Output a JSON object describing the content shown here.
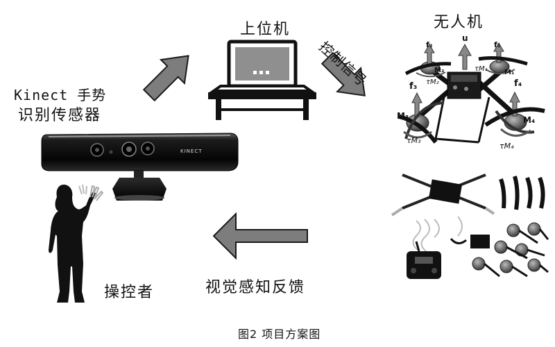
{
  "diagram": {
    "caption": "图2 项目方案图",
    "sensor_label_line1": "Kinect 手势",
    "sensor_label_line2": "识别传感器",
    "sensor_brand": "KINECT",
    "computer_label": "上位机",
    "control_signal_label": "控制信号",
    "drone_label": "无人机",
    "feedback_label": "视觉感知反馈",
    "operator_label": "操控者",
    "drone_annotations": {
      "thrust_1": "f₁",
      "thrust_2": "f₂",
      "thrust_3": "f₃",
      "thrust_4": "f₄",
      "control_u": "u",
      "moment_1": "M₁",
      "moment_2": "M₂",
      "moment_3": "M₃",
      "moment_4": "M₄",
      "torque_1": "τM₁",
      "torque_2": "τM₂",
      "torque_3": "τM₃",
      "torque_4": "τM₄"
    }
  },
  "colors": {
    "arrow_fill": "#7d7d7d",
    "arrow_stroke": "#1a1a1a",
    "device_dark": "#111111",
    "screen_gray": "#8f8f8f"
  }
}
